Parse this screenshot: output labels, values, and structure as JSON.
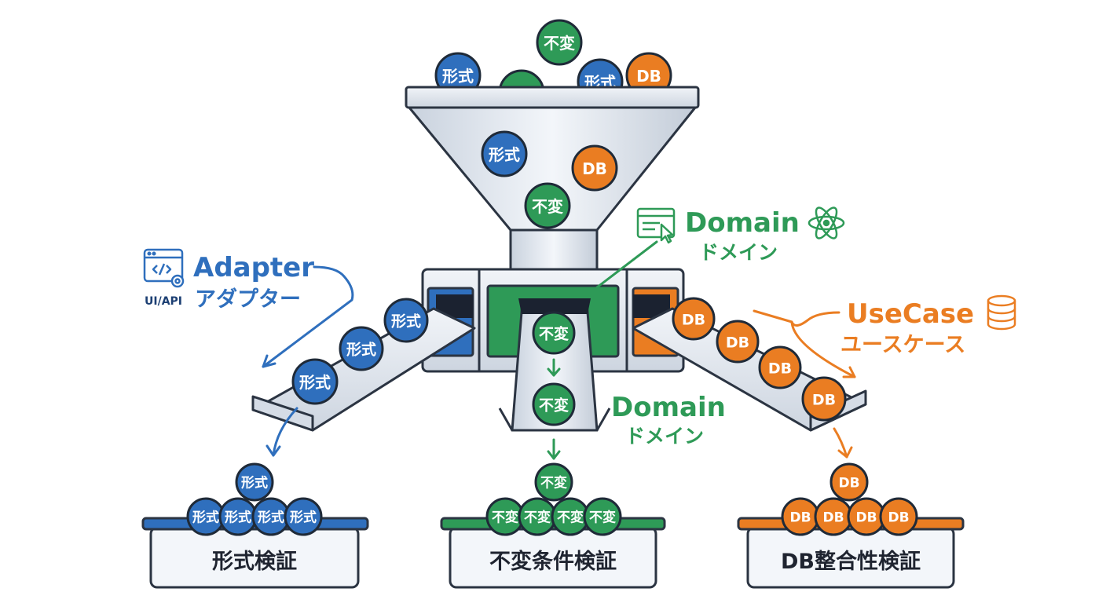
{
  "colors": {
    "blue": "#2f6fbd",
    "blue_dark": "#1c3f73",
    "green": "#2e9a57",
    "green_dark": "#1c5a35",
    "orange": "#ea7d22",
    "orange_dark": "#8a4510",
    "steel_light": "#eef2f7",
    "steel_mid": "#cfd8e3",
    "outline": "#2b3442",
    "text": "#1f2430"
  },
  "ball_labels": {
    "format": "形式",
    "invariant": "不変",
    "db": "DB"
  },
  "labels": {
    "adapter": {
      "title": "Adapter",
      "subtitle": "アダプター",
      "icon_caption": "UI/API"
    },
    "domain_top": {
      "title": "Domain",
      "subtitle": "ドメイン"
    },
    "domain_mid": {
      "title": "Domain",
      "subtitle": "ドメイン"
    },
    "usecase": {
      "title": "UseCase",
      "subtitle": "ユースケース"
    }
  },
  "bins": {
    "format": "形式検証",
    "invariant": "不変条件検証",
    "db": "DB整合性検証"
  },
  "icons": {
    "adapter": "code-window-gear-icon",
    "domain": "browser-click-icon",
    "domain_badge": "atom-icon",
    "usecase": "database-icon"
  }
}
